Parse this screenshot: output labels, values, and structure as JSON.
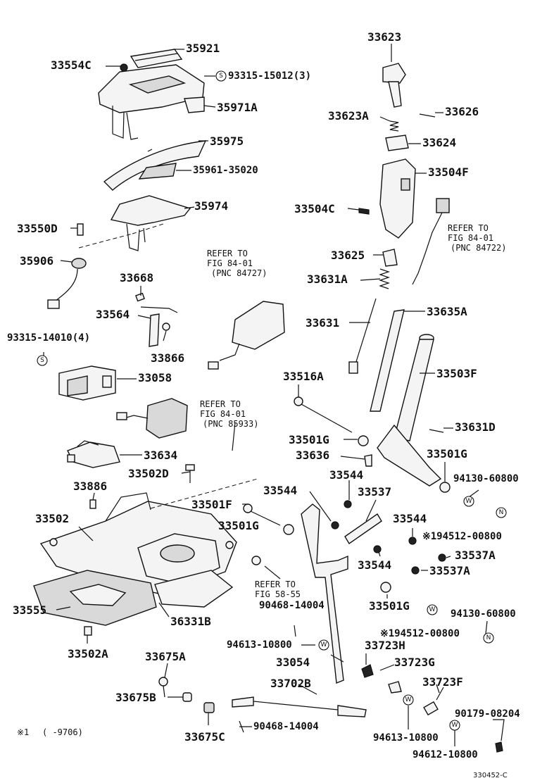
{
  "diagram_code": "330452-C",
  "footnote": {
    "marker": "※1",
    "text": "(      -9706)"
  },
  "labels": {
    "p33623": "33623",
    "p33554C": "33554C",
    "p35921": "35921",
    "p93315_15012": "93315-15012(3)",
    "p35971A": "35971A",
    "p33623A": "33623A",
    "p33626": "33626",
    "p35975": "35975",
    "p33624": "33624",
    "p35961_35020": "35961-35020",
    "p33504F": "33504F",
    "p35974": "35974",
    "p33504C": "33504C",
    "p33550D": "33550D",
    "p35906": "35906",
    "p33625": "33625",
    "p33668": "33668",
    "p33631A": "33631A",
    "p33564": "33564",
    "p33635A": "33635A",
    "p33631": "33631",
    "p93315_14010": "93315-14010(4)",
    "p33866": "33866",
    "p33516A": "33516A",
    "p33503F": "33503F",
    "p33058": "33058",
    "p33631D": "33631D",
    "p33501G_a": "33501G",
    "p33501G_b": "33501G",
    "p33636": "33636",
    "p33634": "33634",
    "p33502D": "33502D",
    "p33544_a": "33544",
    "p94130_60800_a": "94130-60800",
    "p33886": "33886",
    "p33544_b": "33544",
    "p33537": "33537",
    "p33501F": "33501F",
    "p33502": "33502",
    "p33501G_c": "33501G",
    "p33544_c": "33544",
    "p94512_00800_a": "※194512-00800",
    "p33537A_a": "33537A",
    "p33544_d": "33544",
    "p33537A_b": "33537A",
    "p90468_14004_a": "90468-14004",
    "p33501G_d": "33501G",
    "p94130_60800_b": "94130-60800",
    "p33555": "33555",
    "p36331B": "36331B",
    "p94512_00800_b": "※194512-00800",
    "p94613_10800_a": "94613-10800",
    "p33723H": "33723H",
    "p33502A": "33502A",
    "p33675A": "33675A",
    "p33054": "33054",
    "p33723G": "33723G",
    "p33702B": "33702B",
    "p33723F": "33723F",
    "p33675B": "33675B",
    "p90179_08204": "90179-08204",
    "p90468_14004_b": "90468-14004",
    "p33675C": "33675C",
    "p94613_10800_b": "94613-10800",
    "p94612_10800": "94612-10800"
  },
  "refer_notes": {
    "ref1": [
      "REFER TO",
      "FIG 84-01",
      "(PNC 84727)"
    ],
    "ref2": [
      "REFER TO",
      "FIG 84-01",
      "(PNC 84722)"
    ],
    "ref3": [
      "REFER TO",
      "FIG 84-01",
      "(PNC 85933)"
    ],
    "ref4": [
      "REFER TO",
      "FIG 58-55"
    ]
  },
  "symbols": {
    "s": "S",
    "w": "W",
    "n": "N"
  }
}
